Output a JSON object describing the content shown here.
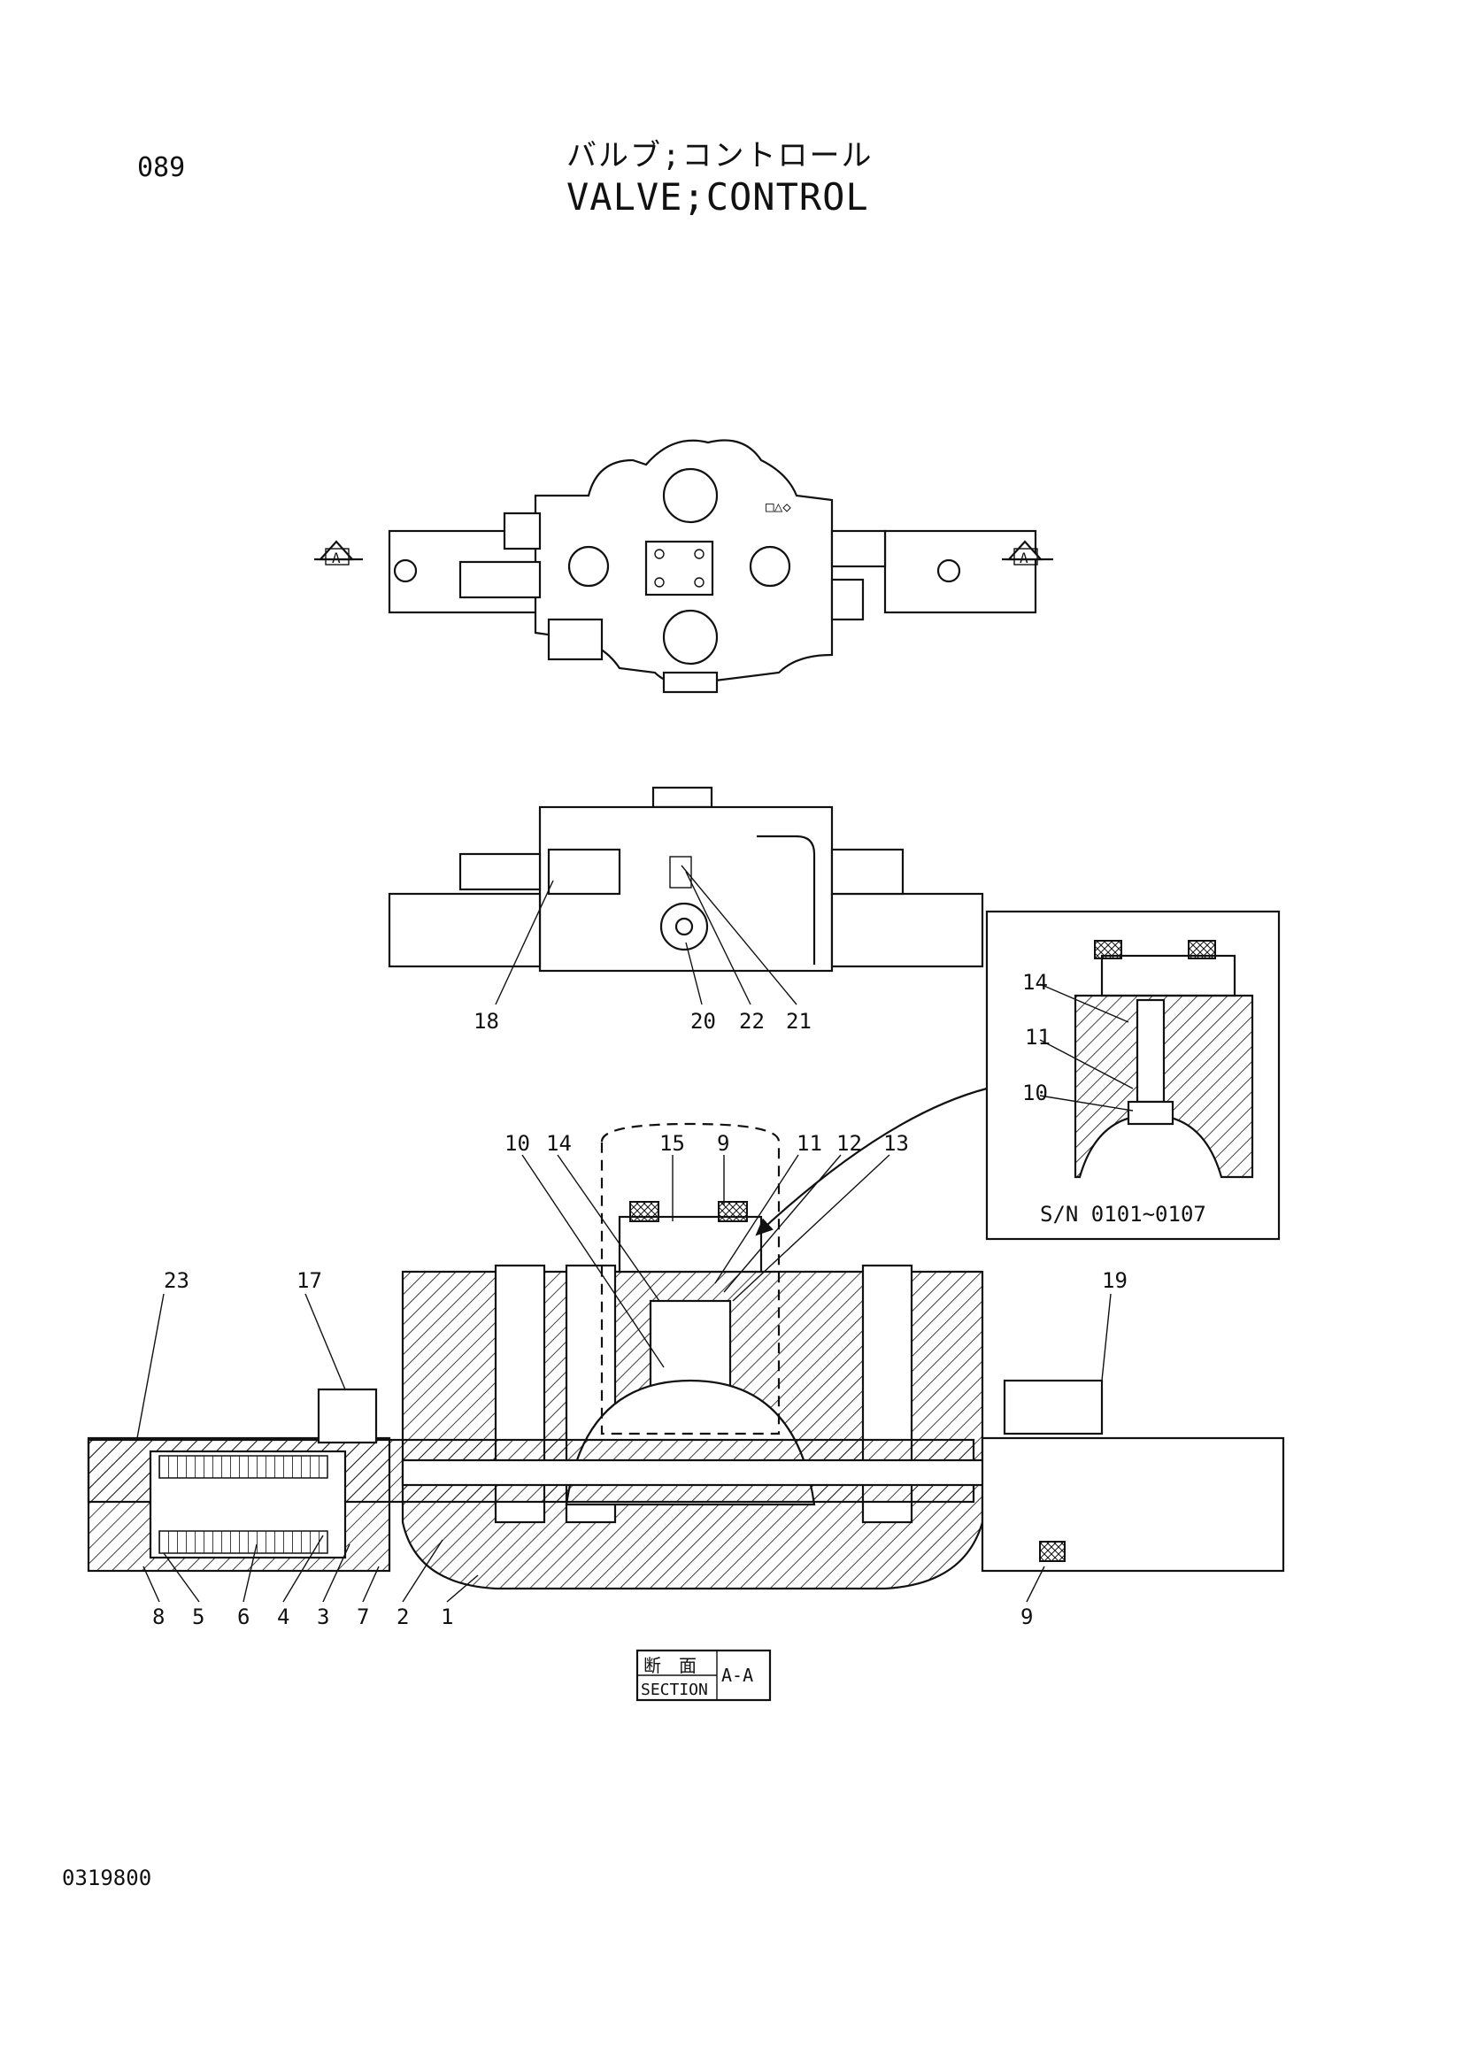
{
  "page_code": "089",
  "title_jp": "バルブ;コントロール",
  "title_en": "VALVE;CONTROL",
  "drawing_code": "0319800",
  "view_markers": {
    "section_arrow_left": "A",
    "section_arrow_right": "A"
  },
  "section": {
    "jp": "断　面",
    "en": "SECTION",
    "suffix": "A-A"
  },
  "inset": {
    "serial_range": "S/N  0101~0107"
  },
  "callouts": {
    "c1": "1",
    "c2": "2",
    "c3": "3",
    "c4": "4",
    "c5": "5",
    "c6": "6",
    "c7": "7",
    "c8": "8",
    "c9_top": "9",
    "c9_bottom": "9",
    "c10_main": "10",
    "c10_inset": "10",
    "c11_main": "11",
    "c11_inset": "11",
    "c12": "12",
    "c13": "13",
    "c14_main": "14",
    "c14_inset": "14",
    "c15": "15",
    "c17": "17",
    "c18": "18",
    "c19": "19",
    "c20": "20",
    "c21": "21",
    "c22": "22",
    "c23": "23"
  }
}
